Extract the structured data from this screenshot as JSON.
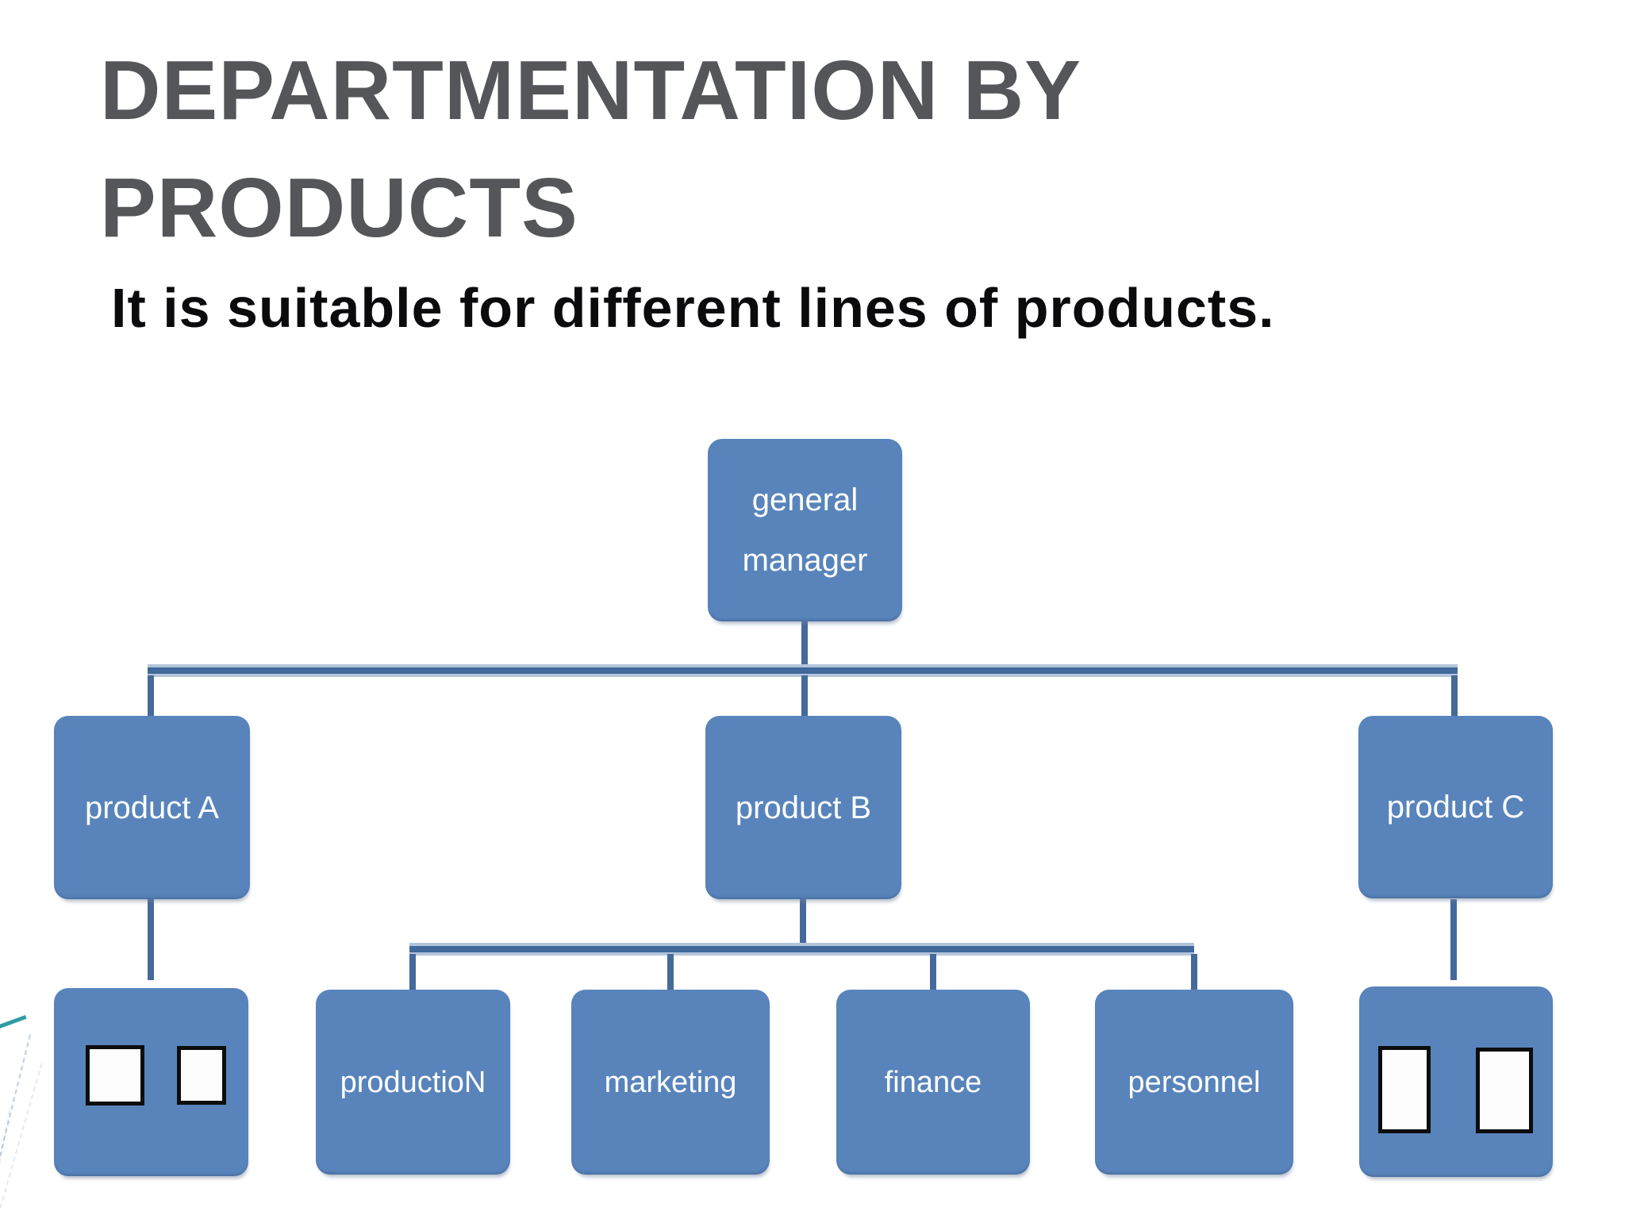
{
  "slide": {
    "title_line1": "DEPARTMENTATION BY",
    "title_line2": "PRODUCTS",
    "subtitle": "It is suitable for different lines of products."
  },
  "org_chart": {
    "type": "hierarchy",
    "root": {
      "label_line1": "general",
      "label_line2": "manager"
    },
    "level2": [
      {
        "label": "product A"
      },
      {
        "label": "product B"
      },
      {
        "label": "product C"
      }
    ],
    "product_b_children": [
      {
        "label": "productioN"
      },
      {
        "label": "marketing"
      },
      {
        "label": "finance"
      },
      {
        "label": "personnel"
      }
    ],
    "product_a_child": {
      "icon_placeholders": 2
    },
    "product_c_child": {
      "icon_placeholders": 2
    }
  },
  "colors": {
    "node_fill": "#5884BB",
    "connector": "#41689B",
    "connector_highlight": "#B3C5DA",
    "title_gray": "#545659",
    "subtitle_black": "#0B0B0D",
    "label_white": "#FFFFFF",
    "accent_teal": "#2D9BA3",
    "background": "#FFFFFF"
  }
}
